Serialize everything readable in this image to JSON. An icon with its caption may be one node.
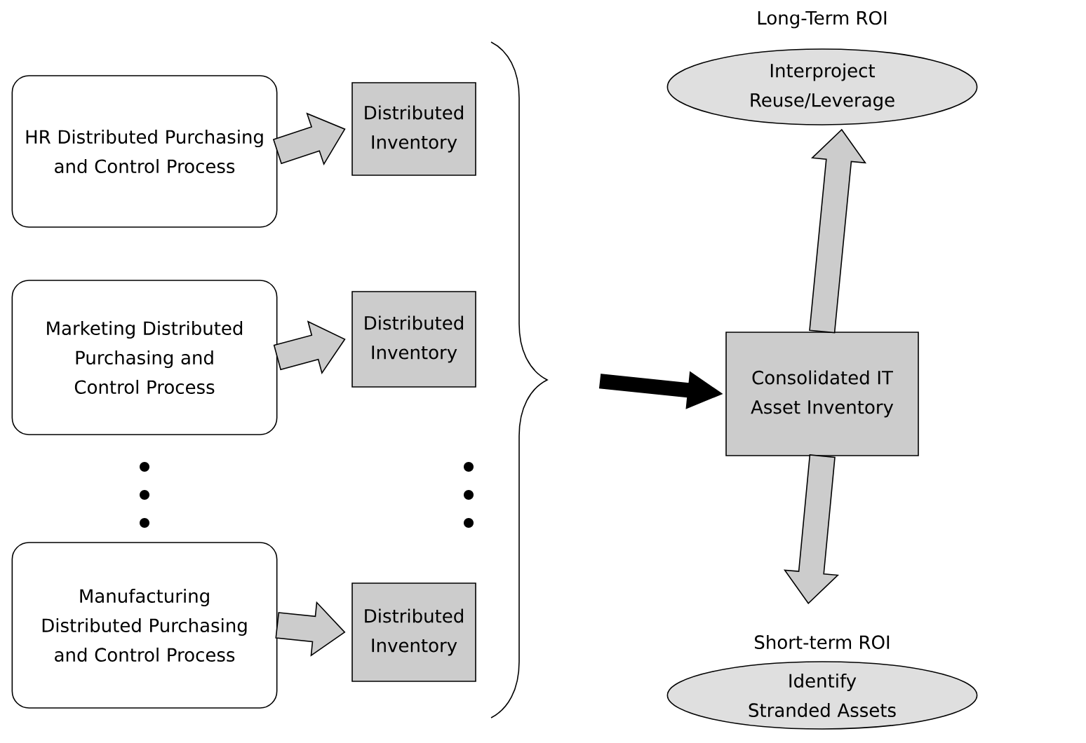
{
  "diagram": {
    "nodes": [
      {
        "text": [
          "HR Distributed Purchasing and Control Process"
        ]
      },
      {
        "text": [
          "Distributed Inventory"
        ]
      },
      {
        "text": [
          "Marketing Distributed Purchasing and Control Process"
        ]
      },
      {
        "text": [
          "Distributed Inventory"
        ]
      },
      {
        "text": [
          "Manufacturing Distributed Purchasing and Control Process"
        ]
      },
      {
        "text": [
          "Distributed Inventory"
        ]
      },
      {
        "text": [
          "Consolidated IT Asset Inventory"
        ]
      },
      {
        "text": [
          "Interproject Reuse/Leverage"
        ],
        "beside": [
          "Long-Term ROI"
        ]
      },
      {
        "text": [
          "Identify Stranded Assets"
        ],
        "beside": [
          "Short-term ROI"
        ]
      }
    ],
    "edges": [
      {
        "from": 0,
        "to": 1,
        "arrow": "to"
      },
      {
        "from": 2,
        "to": 3,
        "arrow": "to"
      },
      {
        "from": 4,
        "to": 5,
        "arrow": "to"
      },
      {
        "from": null,
        "to": 6,
        "arrow": "to",
        "color": "#000000"
      },
      {
        "from": 6,
        "to": 7,
        "arrow": "to"
      },
      {
        "from": 6,
        "to": 8,
        "arrow": "to"
      }
    ]
  }
}
